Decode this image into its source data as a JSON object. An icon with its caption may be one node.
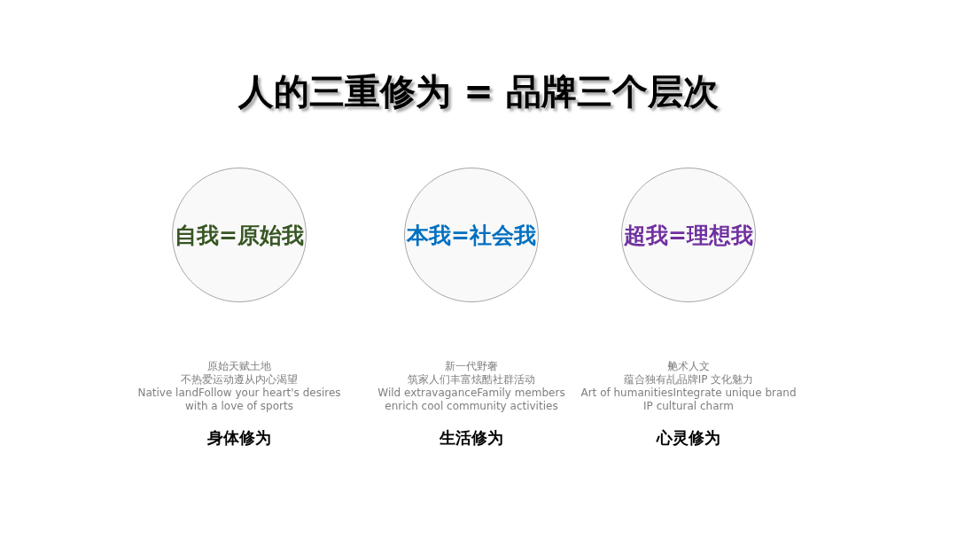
{
  "diagram": {
    "title": "人的三重修为 = 品牌三个层次",
    "nodes": [
      {
        "text": [
          "自我=原始我"
        ],
        "beside": [
          "原始天赋土地",
          "不热爱运动遵从内心渴望",
          "Native landFollow your heart's desires with a love of sports",
          "身体修为"
        ]
      },
      {
        "text": [
          "本我=社会我"
        ],
        "beside": [
          "新一代野奢",
          "筑家人们丰富炫酷社群活动",
          "Wild extravaganceFamily members enrich cool community activities",
          "生活修为"
        ]
      },
      {
        "text": [
          "超我=理想我"
        ],
        "beside": [
          "艴术人文",
          "蕴合独有乩品牌IP 文化魅力",
          "Art of humanitiesIntegrate unique brand IP cultural charm",
          "心灵修为"
        ]
      }
    ]
  }
}
